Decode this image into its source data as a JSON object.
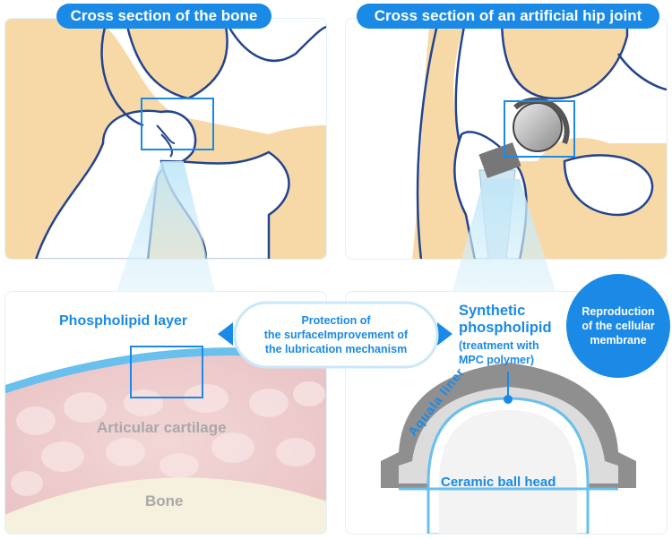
{
  "titles": {
    "left": "Cross section of the bone",
    "right": "Cross section of an artificial hip joint"
  },
  "left_panel": {
    "layer_label": "Phospholipid layer",
    "cartilage_label": "Articular cartilage",
    "bone_label": "Bone"
  },
  "center_callout": {
    "line1": "Protection of",
    "line2": "the surfaceImprovement of",
    "line3": "the lubrication mechanism"
  },
  "right_panel": {
    "synthetic_line1": "Synthetic",
    "synthetic_line2": "phospholipid",
    "treatment_line1": "(treatment with",
    "treatment_line2": "MPC polymer)",
    "liner_label": "Aquala liner",
    "ball_label": "Ceramic ball head"
  },
  "circle_badge": {
    "line1": "Reproduction",
    "line2": "of the cellular",
    "line3": "membrane"
  },
  "colors": {
    "accent": "#1a8ae6",
    "bone": "#f7d9a8",
    "outline": "#23448f",
    "cartilage": "#f0d0d0"
  }
}
